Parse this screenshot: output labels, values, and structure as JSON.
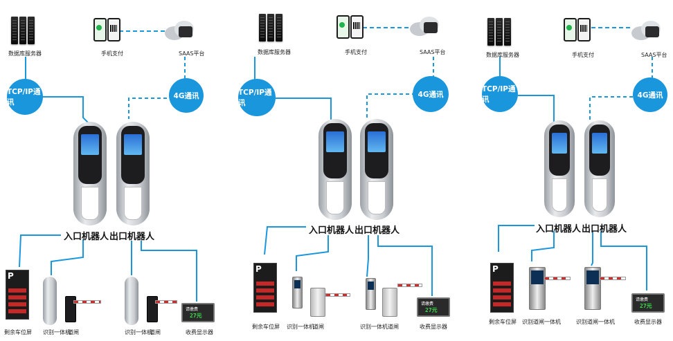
{
  "labels": {
    "db_server": "数据库服务器",
    "mobile_pay": "手机支付",
    "saas": "SAAS平台",
    "tcp": "TCP/IP通讯",
    "g4": "4G通讯",
    "entry_robot": "入口机器人",
    "exit_robot": "出口机器人",
    "remaining_screen": "剩余车位屏",
    "recognizer": "识别一体机",
    "barrier": "道闸",
    "fee_display": "收费显示器",
    "recognizer_barrier": "识别道闸一体机"
  },
  "sign_text": "P",
  "display_text": "请缴费",
  "display_value": "27元",
  "colors": {
    "accent": "#1a96dd",
    "line": "#1a96dd"
  }
}
